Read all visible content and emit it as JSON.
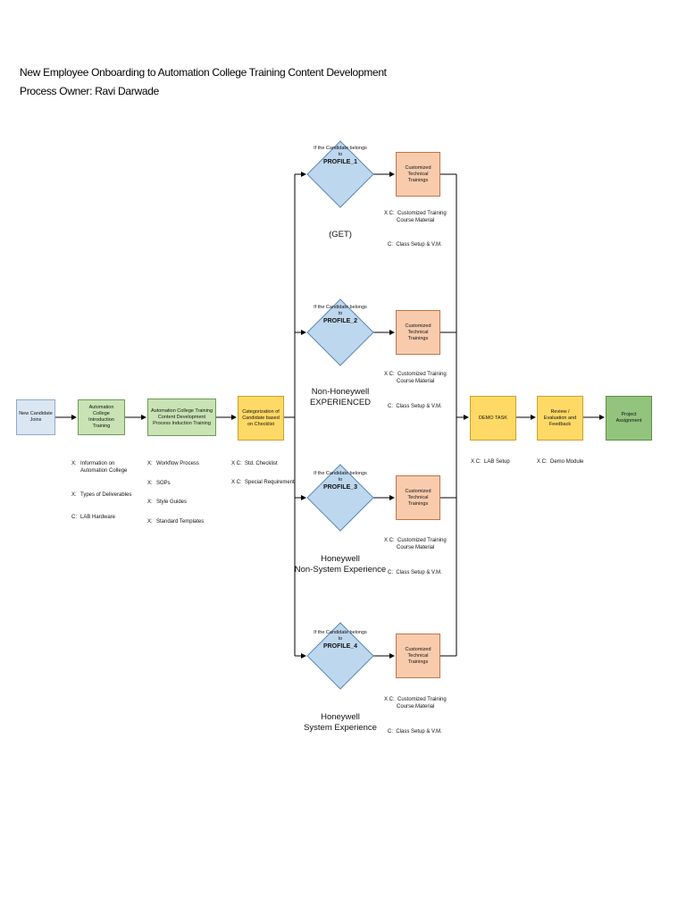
{
  "title": {
    "line1": "New Employee Onboarding to Automation College Training Content Development",
    "line2": "Process Owner: Ravi Darwade"
  },
  "boxes": {
    "new_candidate": "New Candidate Joins",
    "intro_training": "Automation College Introduction Training",
    "content_dev": "Automation College Training Content Development Process Induction Training",
    "categorization": "Categorization of Candidate based on Checklist",
    "demo_task": "DEMO TASK",
    "review": "Review / Evaluation and Feedback",
    "project": "Project Assignment",
    "custom_training": "Customized Technical Trainings"
  },
  "profiles": [
    {
      "pre": "If the Candidate belongs to",
      "name": "PROFILE_1",
      "group": [
        "(GET)"
      ]
    },
    {
      "pre": "If the Candidate belongs to",
      "name": "PROFILE_2",
      "group": [
        "Non-Honeywell",
        "EXPERIENCED"
      ]
    },
    {
      "pre": "If the Candidate belongs to",
      "name": "PROFILE_3",
      "group": [
        "Honeywell",
        "Non-System Experience"
      ]
    },
    {
      "pre": "If the Candidate belongs to",
      "name": "PROFILE_4",
      "group": [
        "Honeywell",
        "System Experience"
      ]
    }
  ],
  "notes": {
    "intro": [
      {
        "k": "X:",
        "v1": "Information on",
        "v2": "Automation College"
      },
      {
        "k": "X:",
        "v1": "Types of Deliverables",
        "v2": ""
      },
      {
        "k": "C:",
        "v1": "LAB Hardware",
        "v2": ""
      }
    ],
    "content": [
      {
        "k": "X:",
        "v1": "Workflow Process"
      },
      {
        "k": "X:",
        "v1": "SOPs"
      },
      {
        "k": "X:",
        "v1": "Style Guides"
      },
      {
        "k": "X:",
        "v1": "Standard Templates"
      }
    ],
    "categorization": [
      {
        "k": "X C:",
        "v1": "Std. Checklist"
      },
      {
        "k": "X C:",
        "v1": "Special Requirement"
      }
    ],
    "training": [
      {
        "k": "X C:",
        "v1": "Customized Training",
        "v2": "Course Material"
      },
      {
        "k": "C:",
        "v1": "Class Setup & V.M.",
        "v2": ""
      }
    ],
    "demo": {
      "k": "X C:",
      "v1": "LAB Setup"
    },
    "review": {
      "k": "X C:",
      "v1": "Demo Module"
    }
  },
  "colors": {
    "line": "#000000",
    "diamond_fill": "#bdd7ee",
    "diamond_stroke": "#5b87b6"
  }
}
